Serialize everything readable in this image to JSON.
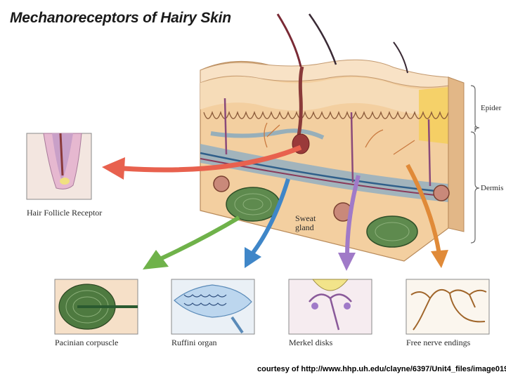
{
  "title": "Mechanoreceptors of Hairy Skin",
  "layers": {
    "epidermis": "Epider",
    "dermis": "Dermis"
  },
  "sweat_gland": [
    "Sweat",
    "gland"
  ],
  "receptors": {
    "hair_follicle": "Hair Follicle Receptor",
    "pacinian": "Pacinian corpuscle",
    "ruffini": "Ruffini organ",
    "merkel": "Merkel disks",
    "free_nerve": "Free nerve endings"
  },
  "credit": "courtesy of http://www.hhp.uh.edu/clayne/6397/Unit4_files/image019.",
  "colors": {
    "arrow_red": "#e8614e",
    "arrow_green": "#6fb24a",
    "arrow_blue": "#3f86c8",
    "arrow_purple": "#a07ac8",
    "arrow_orange": "#e08a38",
    "skin": "#f5d6ad",
    "dermis": "#f2c99a"
  }
}
